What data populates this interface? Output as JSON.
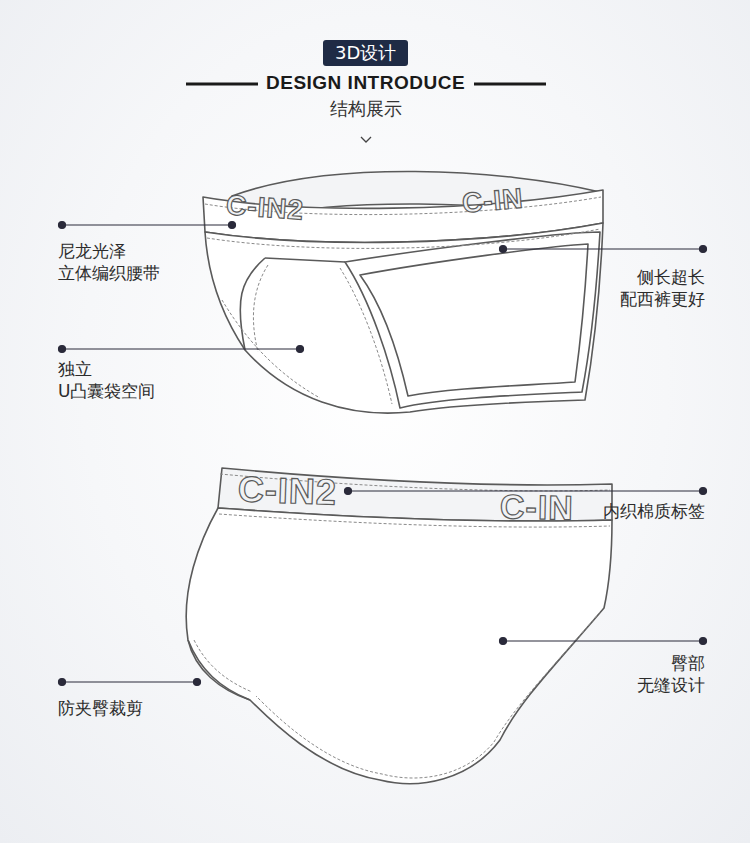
{
  "diagram": {
    "title": "DESIGN INTRODUCE",
    "labels": [
      "3D设计",
      "结构展示",
      "尼龙光泽 立体编织腰带",
      "侧长超长 配西裤更好",
      "独立 U凸囊袋空间",
      "内织棉质标签",
      "臀部 无缝设计",
      "防夹臀裁剪",
      "C-IN2",
      "C-IN",
      "C-IN2",
      "C-IN"
    ]
  }
}
